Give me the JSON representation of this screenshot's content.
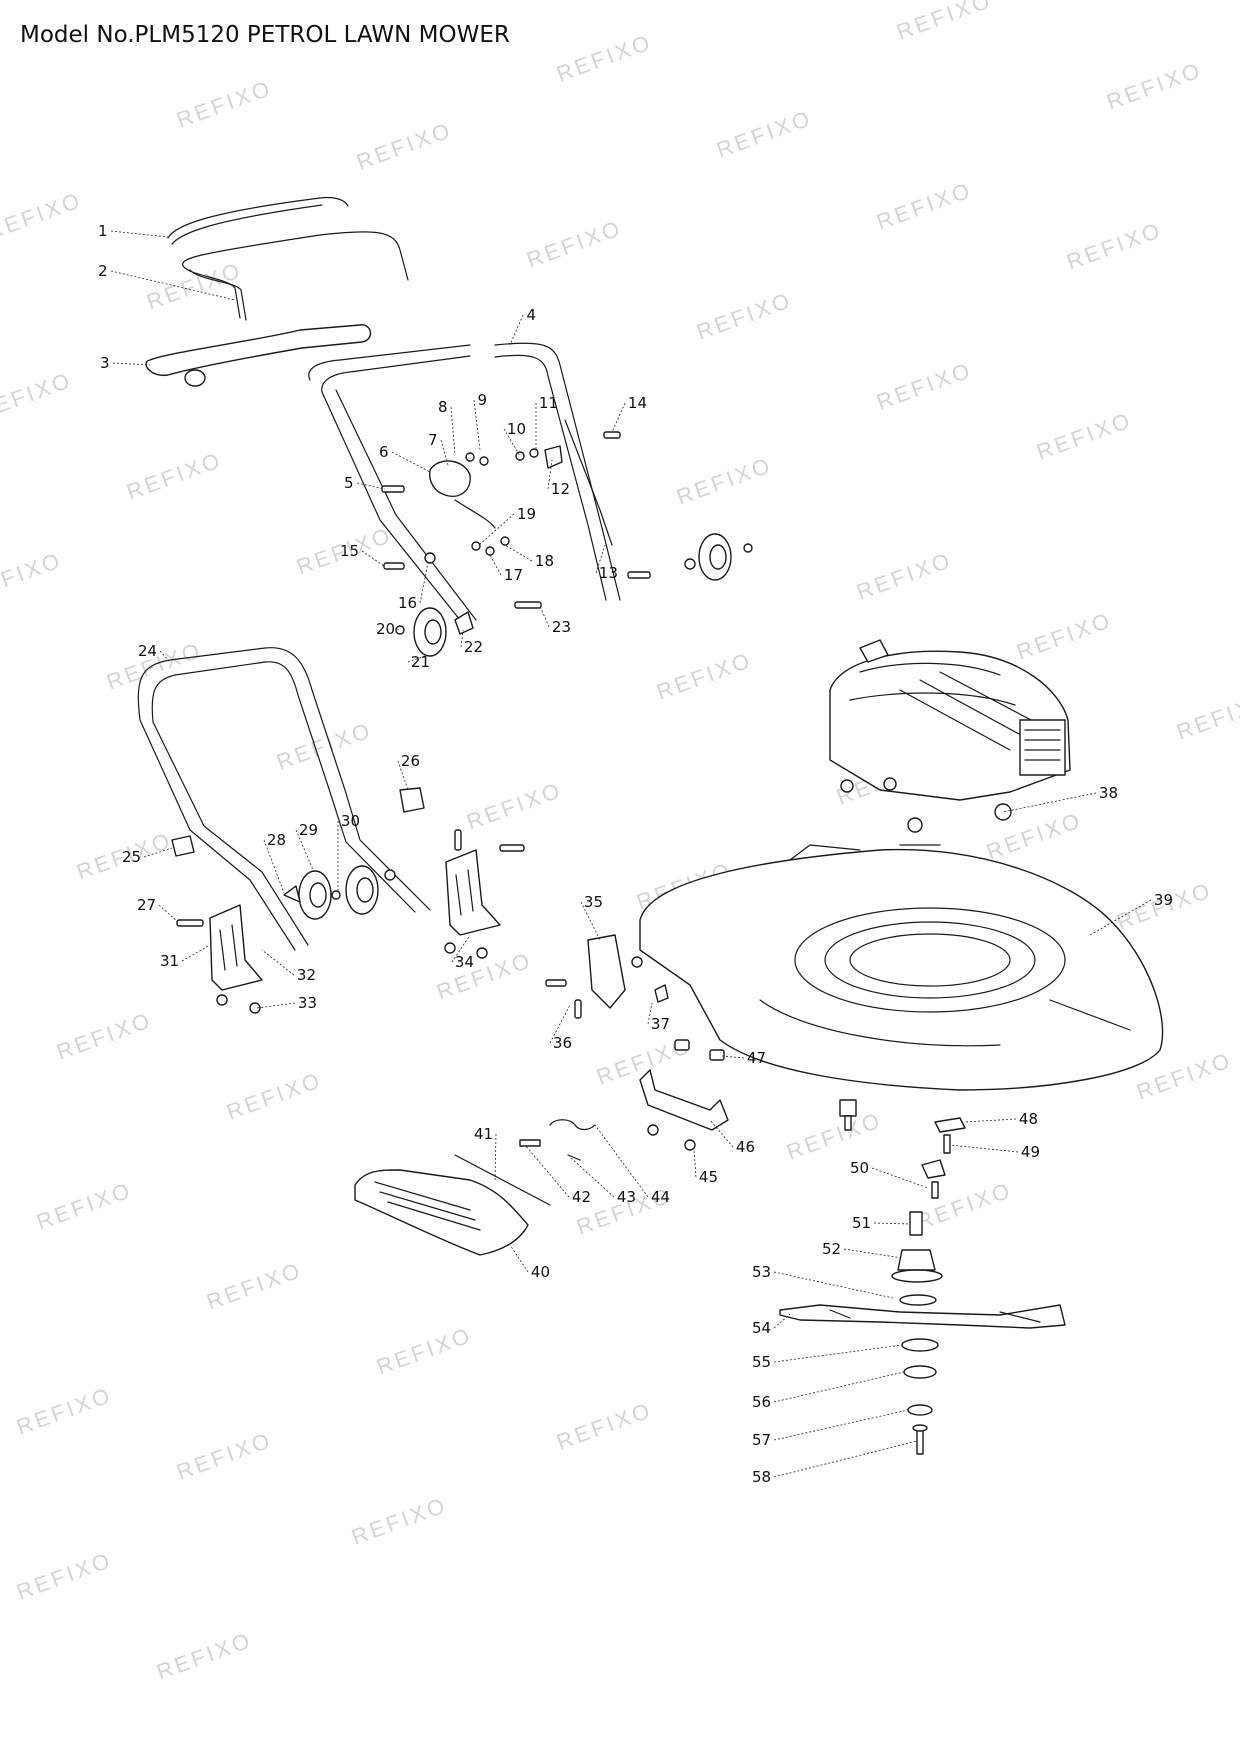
{
  "title": "Model No.PLM5120 PETROL LAWN MOWER",
  "watermark": "REFIXO",
  "callouts": [
    "1",
    "2",
    "3",
    "4",
    "5",
    "6",
    "7",
    "8",
    "9",
    "10",
    "11",
    "12",
    "13",
    "14",
    "15",
    "16",
    "17",
    "18",
    "19",
    "20",
    "21",
    "22",
    "23",
    "24",
    "25",
    "26",
    "27",
    "28",
    "29",
    "30",
    "31",
    "32",
    "33",
    "34",
    "35",
    "36",
    "37",
    "38",
    "39",
    "40",
    "41",
    "42",
    "43",
    "44",
    "45",
    "46",
    "47",
    "48",
    "49",
    "50",
    "51",
    "52",
    "53",
    "54",
    "55",
    "56",
    "57",
    "58"
  ]
}
